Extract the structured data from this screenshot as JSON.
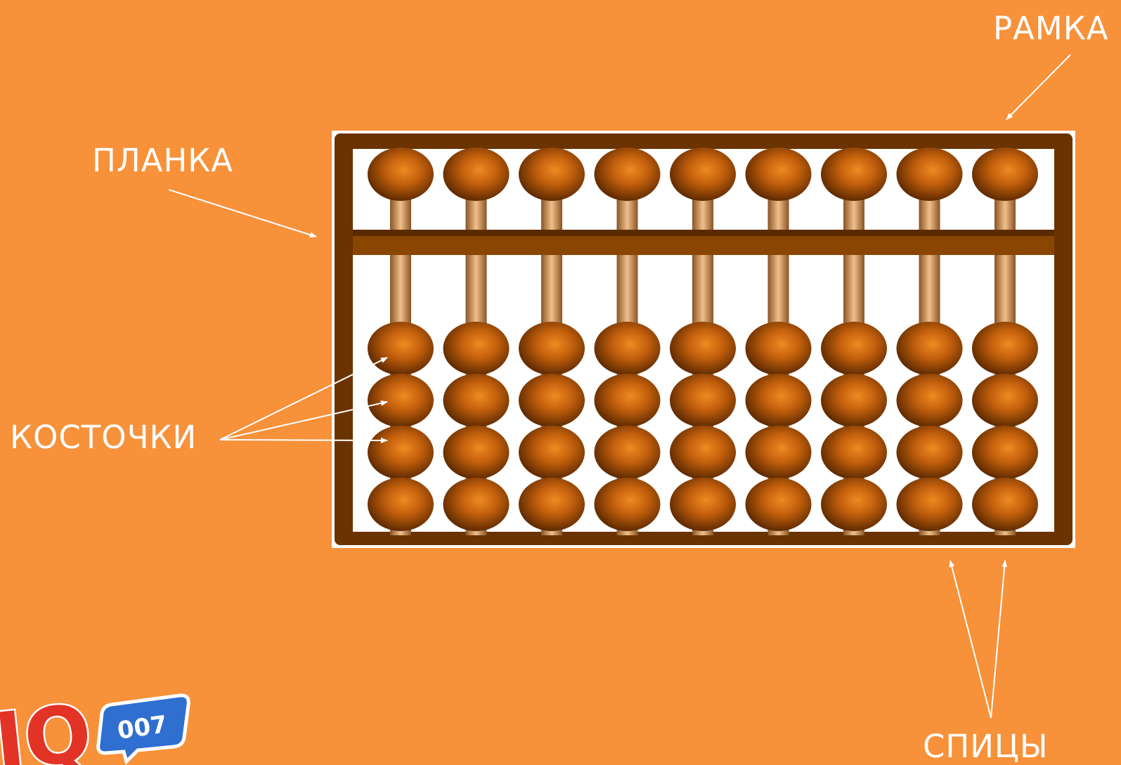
{
  "labels": {
    "frame": "РАМКА",
    "bar": "ПЛАНКА",
    "beads": "КОСТОЧКИ",
    "rods": "СПИЦЫ"
  },
  "logo": {
    "text": "IQ",
    "badge": "007"
  },
  "abacus": {
    "rods": 9,
    "upper_beads_per_rod": 1,
    "lower_beads_per_rod": 4
  },
  "colors": {
    "background": "#f7913a",
    "frame": "#6b3300",
    "bar": "#8a4500",
    "bead_light": "#e07a18",
    "bead_dark": "#5a2800",
    "rod": "#c98a50",
    "annotation": "#ffffff"
  }
}
